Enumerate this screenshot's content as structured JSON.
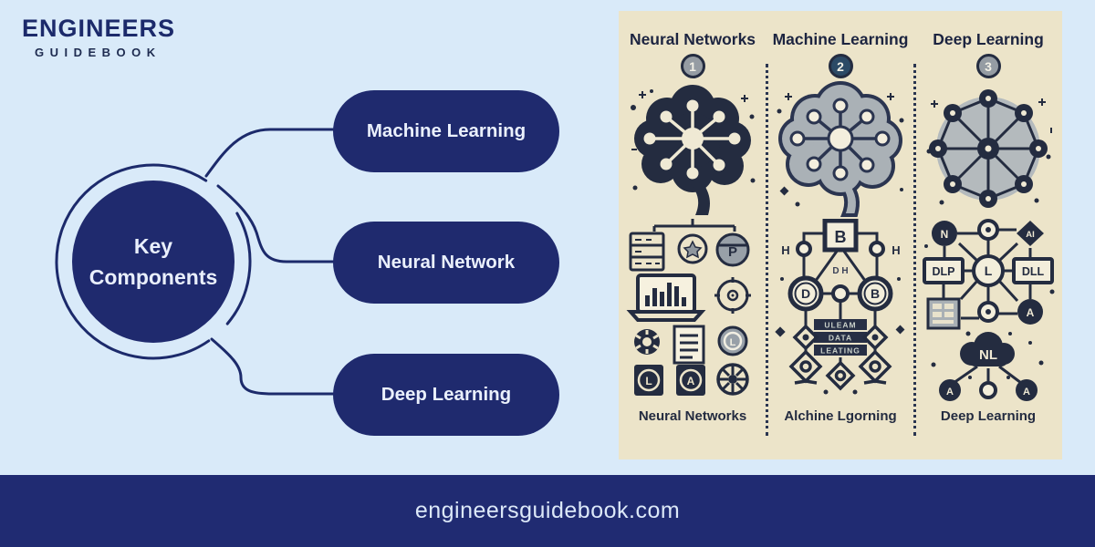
{
  "logo": {
    "title": "ENGINEERS",
    "subtitle": "GUIDEBOOK"
  },
  "mindmap": {
    "center_line1": "Key",
    "center_line2": "Components",
    "nodes": [
      {
        "label": "Machine Learning"
      },
      {
        "label": "Neural Network"
      },
      {
        "label": "Deep Learning"
      }
    ]
  },
  "panel": {
    "columns": [
      {
        "title": "Neural Networks",
        "badge": "1",
        "caption": "Neural Networks",
        "icons": {
          "p": "P",
          "l_gray": "L",
          "l_square": "L",
          "a_square": "A"
        }
      },
      {
        "title": "Machine Learning",
        "badge": "2",
        "caption": "Alchine Lgorning",
        "flow": {
          "top_box": "B",
          "left_circle": "D",
          "right_circle": "B",
          "side_left": "H",
          "side_right": "H",
          "mid_letters": "D H",
          "block_lines": [
            "ULEAM",
            "DATA",
            "LEATING"
          ]
        }
      },
      {
        "title": "Deep Learning",
        "badge": "3",
        "caption": "Deep Learning",
        "graph": {
          "node_n": "N",
          "node_ai": "AI",
          "node_dlp": "DLP",
          "node_l": "L",
          "node_dll": "DLL",
          "node_a": "A",
          "cloud": "NL",
          "bottom_left_a": "A",
          "bottom_right_a": "A"
        }
      }
    ]
  },
  "footer": {
    "url": "engineersguidebook.com"
  },
  "colors": {
    "background": "#d9eaf9",
    "navy": "#1f2a6e",
    "panel_cream": "#ece4c9",
    "ink_navy": "#242c40",
    "footer_navy": "#202b72",
    "gray": "#9aa1a8"
  }
}
